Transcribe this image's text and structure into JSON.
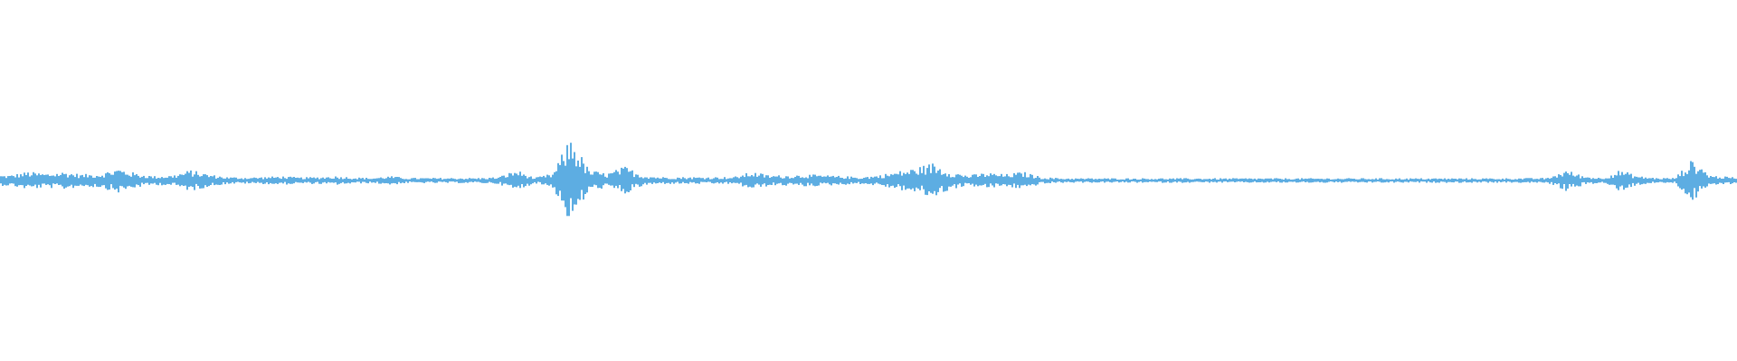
{
  "chart_data": {
    "type": "area",
    "title": "",
    "xlabel": "",
    "ylabel": "",
    "ylim": [
      -1,
      1
    ],
    "grid": false,
    "legend": "none",
    "color": "#5dade2",
    "background": "#ffffff",
    "amplitude_envelope": [
      0.03,
      0.05,
      0.04,
      0.05,
      0.035,
      0.04,
      0.07,
      0.04,
      0.025,
      0.03,
      0.06,
      0.035,
      0.02,
      0.018,
      0.02,
      0.025,
      0.018,
      0.02,
      0.025,
      0.018,
      0.015,
      0.025,
      0.015,
      0.015,
      0.015,
      0.015,
      0.015,
      0.02,
      0.06,
      0.015,
      0.04,
      0.25,
      0.06,
      0.04,
      0.08,
      0.03,
      0.02,
      0.02,
      0.02,
      0.02,
      0.02,
      0.05,
      0.03,
      0.03,
      0.035,
      0.03,
      0.025,
      0.02,
      0.03,
      0.05,
      0.07,
      0.1,
      0.05,
      0.03,
      0.045,
      0.035,
      0.05,
      0.02,
      0.014,
      0.013,
      0.013,
      0.013,
      0.013,
      0.013,
      0.013,
      0.013,
      0.013,
      0.013,
      0.013,
      0.013,
      0.013,
      0.013,
      0.013,
      0.013,
      0.013,
      0.013,
      0.013,
      0.013,
      0.013,
      0.013,
      0.013,
      0.013,
      0.013,
      0.013,
      0.014,
      0.015,
      0.06,
      0.025,
      0.015,
      0.06,
      0.025,
      0.015,
      0.015,
      0.12,
      0.03,
      0.02
    ]
  }
}
